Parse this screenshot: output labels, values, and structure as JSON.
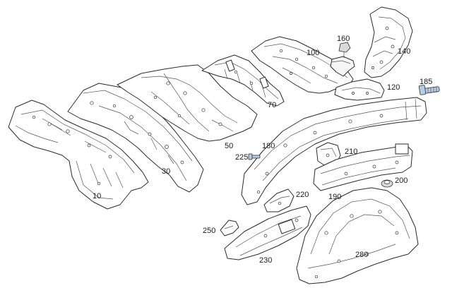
{
  "diagram": {
    "callouts": {
      "p10": "10",
      "p30": "30",
      "p50": "50",
      "p70": "70",
      "p100": "100",
      "p120": "120",
      "p140": "140",
      "p160": "160",
      "p180": "180",
      "p185": "185",
      "p190": "190",
      "p200": "200",
      "p210": "210",
      "p220": "220",
      "p225": "225",
      "p230": "230",
      "p250": "250",
      "p280": "280"
    }
  },
  "colors": {
    "line": "#2a2a2a",
    "bolt_blue": "#b7cde4",
    "fastener_grey": "#d9d9d9",
    "background": "#ffffff"
  }
}
